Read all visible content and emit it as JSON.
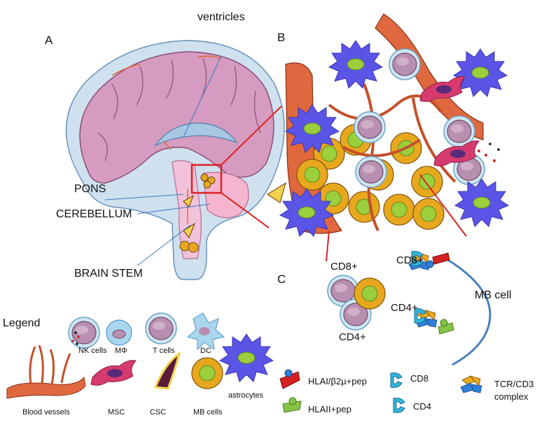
{
  "panels": {
    "a": "A",
    "b": "B",
    "c": "C"
  },
  "brain_labels": {
    "ventricles": "ventricles",
    "pons": "PONS",
    "cerebellum": "CEREBELLUM",
    "brain_stem": "BRAIN STEM"
  },
  "panel_c": {
    "cd8_left": "CD8+",
    "cd4_left": "CD4+",
    "cd8_right": "CD8+",
    "cd4_right": "CD4+",
    "mb_cell": "MB cell"
  },
  "legend": {
    "title": "Legend",
    "nk_cells": "NK cells",
    "macrophage": "MΦ",
    "t_cells": "T cells",
    "dc": "DC",
    "astrocytes": "astrocytes",
    "blood_vessels": "Blood vessels",
    "msc": "MSC",
    "csc": "CSC",
    "mb_cells": "MB cells",
    "hla1": "HLAI/β2µ+pep",
    "hla2": "HLAII+pep",
    "cd8": "CD8",
    "cd4": "CD4",
    "tcr_line1": "TCR/CD3",
    "tcr_line2": "complex"
  },
  "colors": {
    "astrocyte": "#5a55e6",
    "vessel": "#e0683e",
    "mb_cell": "#e8a81e",
    "t_cell": "#cfe6f2",
    "nucleus": "#b88fb0",
    "brain_pink": "#d69bc0",
    "csf_blue": "#cfe0ee",
    "hla1_red": "#d42020",
    "hla2_green": "#86c447",
    "cd_cyan": "#34b4dc"
  }
}
